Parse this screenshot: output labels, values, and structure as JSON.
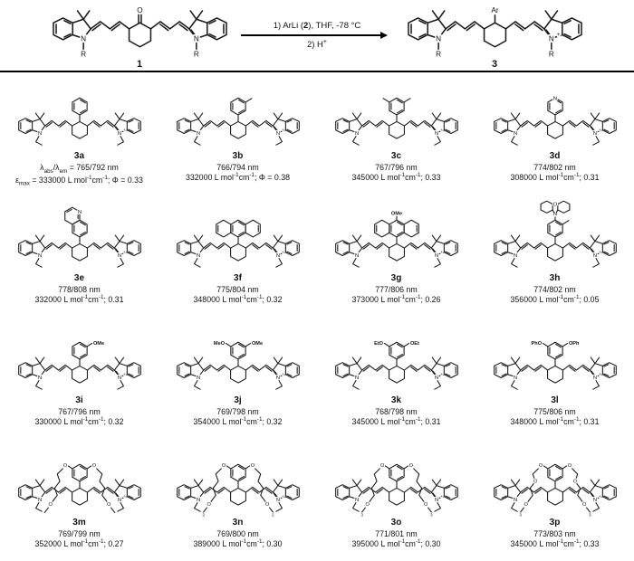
{
  "scheme": {
    "reactant": {
      "label": "1",
      "n_label": "R",
      "carbonyl_label": "O"
    },
    "product": {
      "label": "3",
      "n_label": "R",
      "ar_label": "Ar"
    },
    "conditions_line1": "1) ArLi (*{2}), THF, -78 °C",
    "conditions_line2": "2) H^{+}"
  },
  "core_labels": {
    "nitrogen": "N",
    "charge": "+"
  },
  "compounds": [
    {
      "id": "3a",
      "ar": "ph",
      "ar_labels": [],
      "line1": "λ_{abs}/λ_{em} = 765/792 nm",
      "line2": "ε_{max} = 333000 L mol^{-1}cm^{-1}; Φ = 0.33"
    },
    {
      "id": "3b",
      "ar": "tol",
      "ar_labels": [],
      "line1": "766/794 nm",
      "line2": "332000 L mol^{-1}cm^{-1}; Φ = 0.38"
    },
    {
      "id": "3c",
      "ar": "xyl",
      "ar_labels": [],
      "line1": "767/796 nm",
      "line2": "345000 L mol^{-1}cm^{-1}; 0.33"
    },
    {
      "id": "3d",
      "ar": "pyr",
      "ar_labels": [
        "N"
      ],
      "line1": "774/802 nm",
      "line2": "308000 L mol^{-1}cm^{-1}; 0.31"
    },
    {
      "id": "3e",
      "ar": "quin",
      "ar_labels": [
        "N"
      ],
      "line1": "778/808 nm",
      "line2": "332000 L mol^{-1}cm^{-1}; 0.31"
    },
    {
      "id": "3f",
      "ar": "anth",
      "ar_labels": [],
      "line1": "775/804 nm",
      "line2": "348000 L mol^{-1}cm^{-1}; 0.32"
    },
    {
      "id": "3g",
      "ar": "anthome",
      "ar_labels": [
        "OMe"
      ],
      "line1": "777/806 nm",
      "line2": "373000 L mol^{-1}cm^{-1}; 0.26"
    },
    {
      "id": "3h",
      "ar": "pxz",
      "ar_labels": [
        "N",
        "O"
      ],
      "line1": "774/802 nm",
      "line2": "356000 L mol^{-1}cm^{-1}; 0.05"
    },
    {
      "id": "3i",
      "ar": "ome",
      "ar_labels": [
        "OMe"
      ],
      "line1": "767/796 nm",
      "line2": "330000 L mol^{-1}cm^{-1}; 0.32"
    },
    {
      "id": "3j",
      "ar": "ome2",
      "ar_labels": [
        "MeO",
        "OMe"
      ],
      "line1": "769/798 nm",
      "line2": "354000 L mol^{-1}cm^{-1}; 0.32"
    },
    {
      "id": "3k",
      "ar": "ome2",
      "ar_labels": [
        "EtO",
        "OEt"
      ],
      "line1": "768/798 nm",
      "line2": "345000 L mol^{-1}cm^{-1}; 0.31"
    },
    {
      "id": "3l",
      "ar": "ome2",
      "ar_labels": [
        "PhO",
        "OPh"
      ],
      "line1": "775/806 nm",
      "line2": "348000 L mol^{-1}cm^{-1}; 0.31"
    },
    {
      "id": "3m",
      "ar": "gly",
      "ar_labels": [
        "O",
        "O",
        "O",
        "O"
      ],
      "line1": "769/799 nm",
      "line2": "352000 L mol^{-1}cm^{-1}; 0.27"
    },
    {
      "id": "3n",
      "ar": "gly",
      "ar_labels": [
        "O",
        "O",
        "O",
        "O",
        "2"
      ],
      "line1": "769/800 nm",
      "line2": "389000 L mol^{-1}cm^{-1}; 0.30"
    },
    {
      "id": "3o",
      "ar": "gly",
      "ar_labels": [
        "O",
        "O",
        "O",
        "O",
        "3"
      ],
      "line1": "771/801 nm",
      "line2": "395000 L mol^{-1}cm^{-1}; 0.30"
    },
    {
      "id": "3p",
      "ar": "gly4",
      "ar_labels": [
        "O",
        "O",
        "O",
        "O",
        "O",
        "O",
        "3"
      ],
      "line1": "773/803 nm",
      "line2": "345000 L mol^{-1}cm^{-1}; 0.33"
    }
  ]
}
